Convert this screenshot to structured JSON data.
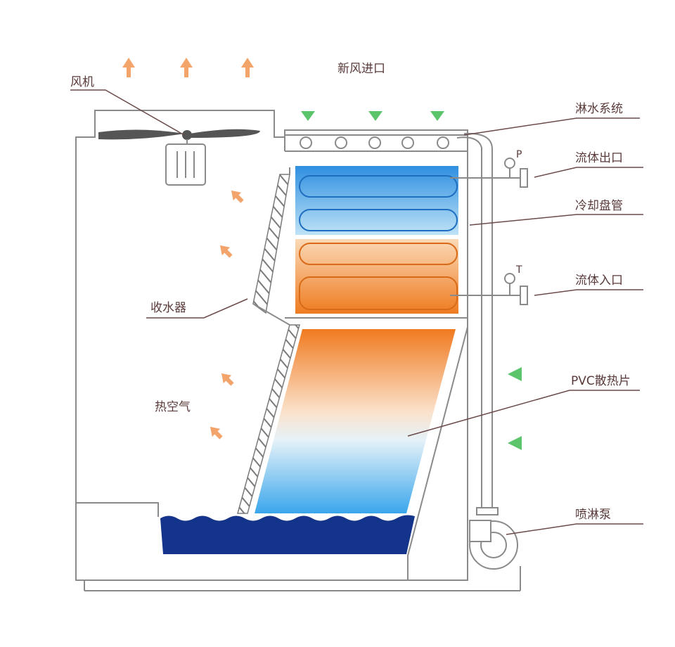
{
  "labels": {
    "fan": "风机",
    "fresh_air_inlet": "新风进口",
    "spray_system": "淋水系统",
    "fluid_outlet": "流体出口",
    "cooling_coil": "冷却盘管",
    "fluid_inlet": "流体入口",
    "drift_eliminator": "收水器",
    "hot_air": "热空气",
    "pvc_fill": "PVC散热片",
    "spray_pump": "喷淋泵",
    "pressure_symbol": "P",
    "temperature_symbol": "T"
  },
  "colors": {
    "outline": "#8a8a8a",
    "leader": "#6b4a4a",
    "hot_arrow": "#f2a46a",
    "cool_arrow": "#5cc46a",
    "basin_water": "#13348a",
    "coil_blue": "#3f9fe8",
    "coil_light_blue": "#a9d8f5",
    "coil_peach": "#f8c99a",
    "coil_orange": "#f0852c",
    "fill_top": "#f07a20",
    "fill_bottom": "#4fb4ee",
    "fan_blade": "#555555"
  }
}
